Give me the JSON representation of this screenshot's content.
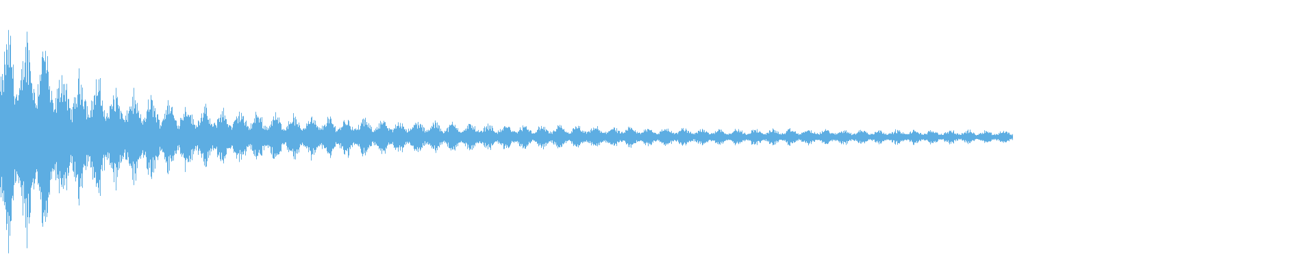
{
  "waveform": {
    "color": "#5DADE2",
    "background": "#ffffff",
    "duration_fraction_with_audio": 0.77,
    "peak_amplitude": 1.0,
    "tail_amplitude": 0.05,
    "beat_count": 57,
    "decay_profile": [
      {
        "t": 0.0,
        "amp": 0.95
      },
      {
        "t": 0.01,
        "amp": 0.75
      },
      {
        "t": 0.03,
        "amp": 0.82
      },
      {
        "t": 0.045,
        "amp": 0.5
      },
      {
        "t": 0.07,
        "amp": 0.48
      },
      {
        "t": 0.09,
        "amp": 0.35
      },
      {
        "t": 0.12,
        "amp": 0.3
      },
      {
        "t": 0.16,
        "amp": 0.22
      },
      {
        "t": 0.22,
        "amp": 0.17
      },
      {
        "t": 0.3,
        "amp": 0.13
      },
      {
        "t": 0.4,
        "amp": 0.09
      },
      {
        "t": 0.55,
        "amp": 0.065
      },
      {
        "t": 0.7,
        "amp": 0.055
      },
      {
        "t": 0.77,
        "amp": 0.05
      }
    ]
  }
}
